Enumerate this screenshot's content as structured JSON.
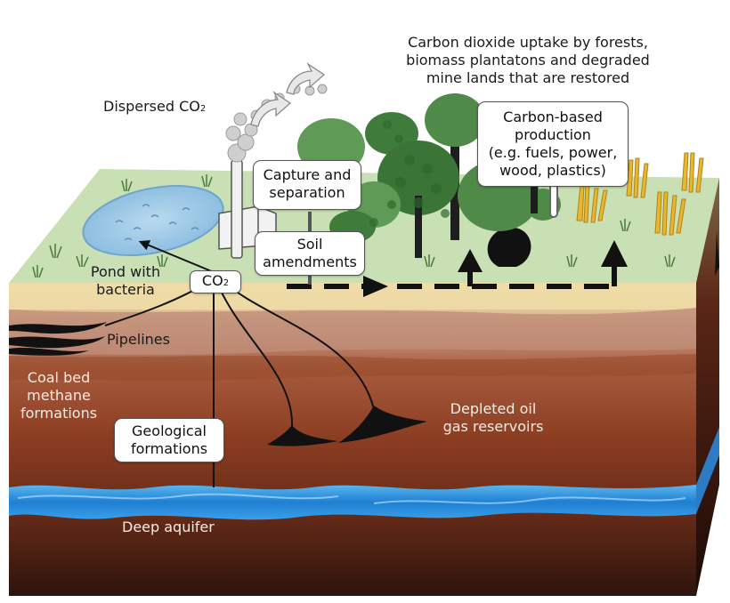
{
  "labels": {
    "uptake": [
      "Carbon dioxide uptake by forests,",
      "biomass plantatons and degraded",
      "mine lands that are restored"
    ],
    "dispersed": "Dispersed CO",
    "dispersed_sub": "2",
    "capture": [
      "Capture and",
      "separation"
    ],
    "soil": [
      "Soil",
      "amendments"
    ],
    "carbon_based": [
      "Carbon-based",
      "production",
      "(e.g. fuels, power,",
      "wood, plastics)"
    ],
    "pond": [
      "Pond with",
      "bacteria"
    ],
    "co2": "CO",
    "co2_sub": "2",
    "pipelines": "Pipelines",
    "coal": [
      "Coal bed",
      "methane",
      "formations"
    ],
    "geological": [
      "Geological",
      "formations"
    ],
    "depleted": [
      "Depleted oil",
      "gas reservoirs"
    ],
    "aquifer": "Deep aquifer"
  },
  "colors": {
    "grass": "#c9dfb4",
    "sand": "#efdca6",
    "clay": "#c49480",
    "rock": "#8b3d22",
    "deep": "#3d1d12",
    "water": "#2d8fd8",
    "pond": "#9dc8e6",
    "tree": "#5f9a56",
    "wheat": "#e8b72f"
  }
}
